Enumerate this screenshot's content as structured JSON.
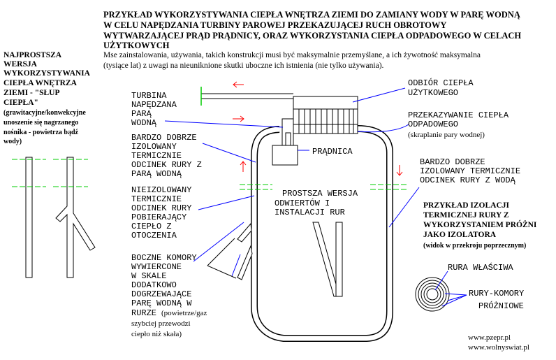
{
  "colors": {
    "background": "#ffffff",
    "ink": "#000000",
    "green": "#00cc00",
    "red": "#ff0000",
    "blue": "#0000ff",
    "pipe_fill": "#ffffff"
  },
  "title": {
    "lines": [
      "PRZYKŁAD WYKORZYSTYWANIA CIEPŁA WNĘTRZA ZIEMI DO ZAMIANY WODY W PARĘ WODNĄ",
      "W CELU NAPĘDZANIA TURBINY PAROWEJ PRZEKAZUJĄCEJ RUCH OBROTOWY",
      "WYTWARZAJĄCEJ PRĄD PRĄDNICY, ORAZ WYKORZYSTANIA CIEPŁA ODPADOWEGO W CELACH",
      "UŻYTKOWYCH"
    ]
  },
  "intro": {
    "lines": [
      "Mse zainstalowania, używania, takich konstrukcji musi być maksymalnie przemyślane, a ich żywotność maksymalna",
      "(tysiące lat) z uwagi na nieuniknione skutki uboczne ich istnienia (nie tylko używania)."
    ]
  },
  "left_panel": {
    "heading": [
      "NAJPROSTSZA",
      "WERSJA",
      "WYKORZYSTYWANIA",
      "CIEPŁA WNĘTRZA",
      "ZIEMI - \"SŁUP",
      "CIEPŁA\""
    ],
    "subtext": [
      "(grawitacyjne/konwekcyjne",
      "unoszenie się nagrzanego",
      "nośnika - powietrza bądź",
      "wody)"
    ]
  },
  "labels": {
    "turbine": [
      "TURBINA",
      "NAPĘDZANA",
      "PARĄ",
      "WODNĄ"
    ],
    "insulated_steam": [
      "BARDZO DOBRZE",
      "IZOLOWANY",
      "TERMICZNIE",
      "ODCINEK RURY Z",
      "PARĄ WODNĄ"
    ],
    "uninsulated": [
      "NIEIZOLOWANY",
      "TERMICZNIE",
      "ODCINEK RURY",
      "POBIERAJĄCY",
      "CIEPŁO Z",
      "OTOCZENIA"
    ],
    "side_chambers": [
      "BOCZNE KOMORY",
      "WYWIERCONE",
      "W SKALE",
      "DODATKOWO",
      "DOGRZEWAJĄCE",
      "PARĘ WODNĄ W",
      "RURZE"
    ],
    "side_chambers_note": [
      "(powietrze/gaz",
      "szybciej przewodzi",
      "ciepło niż skała)"
    ],
    "heat_use": [
      "ODBIÓR CIEPŁA",
      "UŻYTKOWEGO"
    ],
    "waste_heat": [
      "PRZEKAZYWANIE CIEPŁA",
      "ODPADOWEGO"
    ],
    "waste_heat_note": "(skraplanie pary wodnej)",
    "generator": "PRĄDNICA",
    "insulated_water": [
      "BARDZO DOBRZE",
      "IZOLOWANY TERMICZNIE",
      "ODCINEK RURY Z WODĄ"
    ],
    "simple_version": [
      "PROSTSZA WERSJA",
      "ODWIERTÓW I",
      "INSTALACJI RUR"
    ]
  },
  "insulation_example": {
    "heading": [
      "PRZYKŁAD IZOLACJI",
      "TERMICZNEJ RURY Z",
      "WYKORZYSTANIEM PRÓŻNI",
      "JAKO IZOLATORA"
    ],
    "subtext": "(widok w przekroju poprzecznym)",
    "pipe_label": "RURA WŁAŚCIWA",
    "chambers_label": [
      "RURY-KOMORY",
      "PRÓŻNIOWE"
    ]
  },
  "footer": {
    "links": [
      "www.pzepr.pl",
      "www.wolnyswiat.pl"
    ]
  },
  "symbols": {
    "arrow_left": "←",
    "arrow_right": "→",
    "arrow_up": "↑",
    "arrow_down": "↓"
  }
}
